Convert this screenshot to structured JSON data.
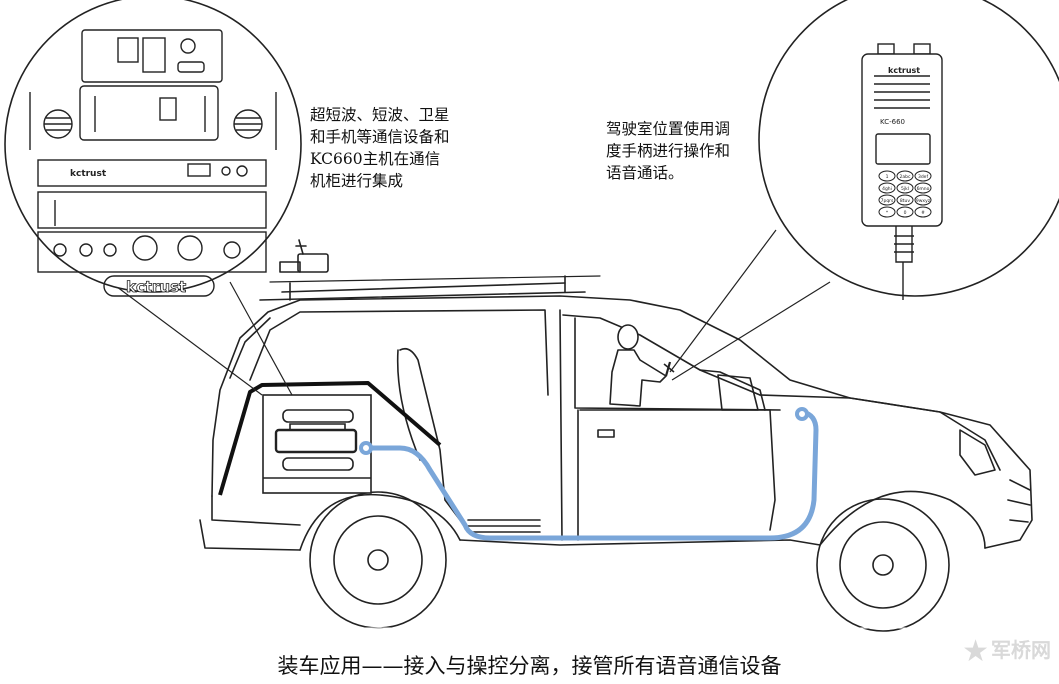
{
  "annotations": {
    "cabinet_text": "超短波、短波、卫星\n和手机等通信设备和\nKC660主机在通信\n机柜进行集成",
    "driver_text": "驾驶室位置使用调\n度手柄进行操作和\n语音通话。"
  },
  "caption": "装车应用——接入与操控分离，接管所有语音通信设备",
  "rack": {
    "brand_strip": "kctrust",
    "logo_plate": "kctrust"
  },
  "handset": {
    "brand": "kctrust",
    "model": "KC-660",
    "keys": [
      "1",
      "2abc",
      "3def",
      "4ghi",
      "5jkl",
      "6mno",
      "7pqrs",
      "8tuv",
      "9wxyz",
      "*",
      "0",
      "#"
    ]
  },
  "watermark": "军桥网",
  "colors": {
    "line": "#222222",
    "cable": "#7aa6d9",
    "page": "#ffffff"
  }
}
